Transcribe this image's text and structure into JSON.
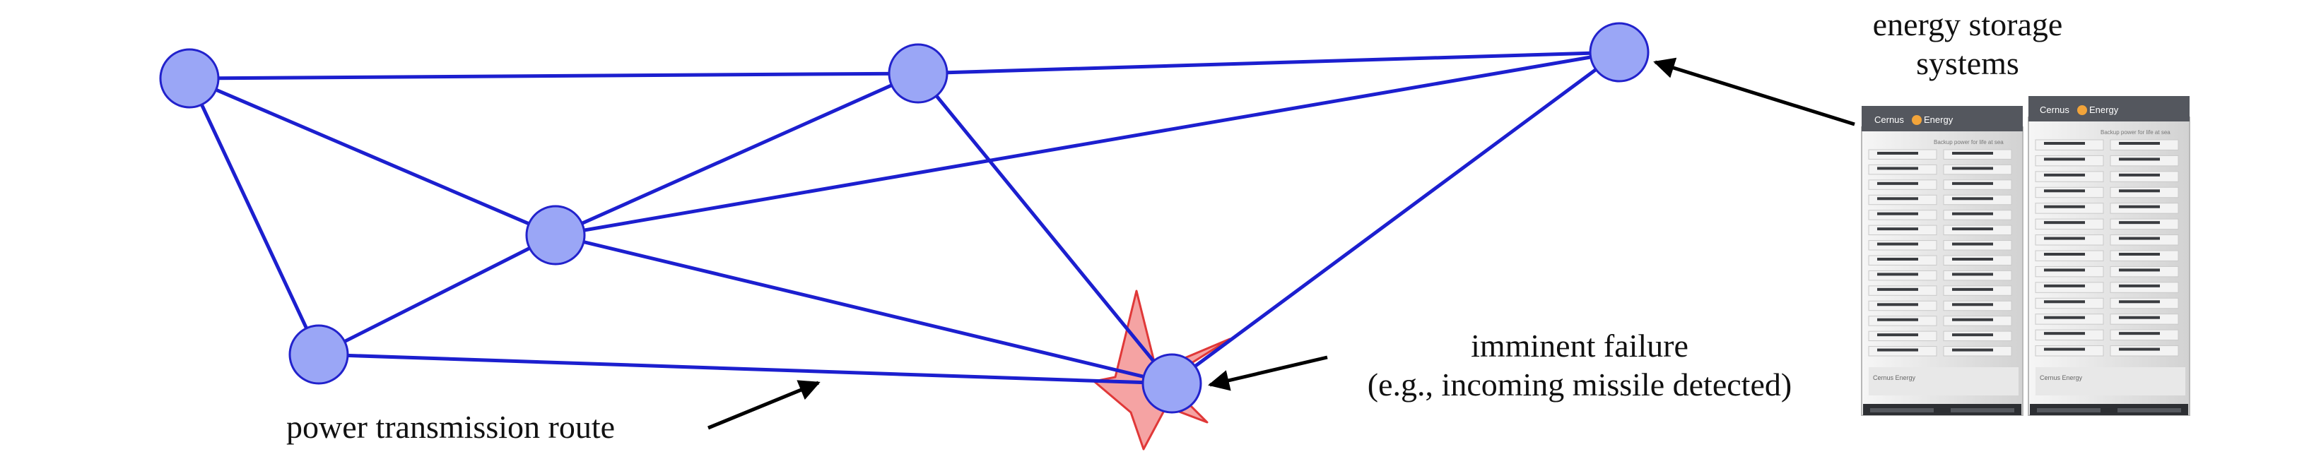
{
  "labels": {
    "storage_line1": "energy storage",
    "storage_line2": "systems",
    "failure_line1": "imminent failure",
    "failure_line2": "(e.g., incoming missile detected)",
    "route": "power transmission route"
  },
  "cabinet": {
    "brand": "Cernus",
    "brand_accent": "Energy",
    "tagline": "Backup power for life at sea",
    "brand_bottom": "Cernus Energy"
  },
  "colors": {
    "node_fill": "#9aa6f6",
    "node_stroke": "#2222cc",
    "edge": "#1c1fcf",
    "star_fill": "#f5a3a3",
    "star_stroke": "#e03838",
    "arrow": "#000000",
    "cabinet_body": "#ececec",
    "cabinet_top": "#4b4e55",
    "brand_accent": "#f2a43a"
  },
  "icons": {
    "failure": "explosion-star-icon",
    "storage": "battery-cabinet-icon"
  },
  "graph": {
    "nodes": [
      "n1",
      "n2",
      "n3",
      "n4",
      "n5",
      "n6"
    ],
    "failing_node": "n6",
    "edges": [
      [
        "n1",
        "n2"
      ],
      [
        "n1",
        "n4"
      ],
      [
        "n1",
        "n5"
      ],
      [
        "n2",
        "n3"
      ],
      [
        "n2",
        "n4"
      ],
      [
        "n2",
        "n6"
      ],
      [
        "n3",
        "n4"
      ],
      [
        "n3",
        "n6"
      ],
      [
        "n4",
        "n5"
      ],
      [
        "n4",
        "n6"
      ],
      [
        "n5",
        "n6"
      ]
    ]
  }
}
